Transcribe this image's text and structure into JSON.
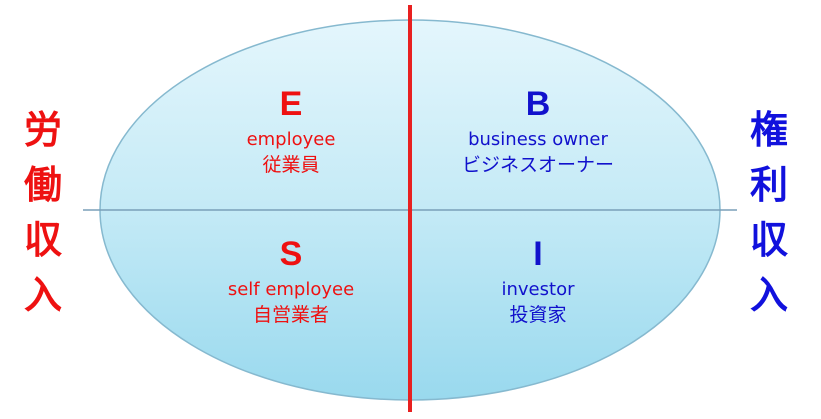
{
  "left_label": [
    "労",
    "働",
    "収",
    "入"
  ],
  "right_label": [
    "権",
    "利",
    "収",
    "入"
  ],
  "quadrants": {
    "e": {
      "letter": "E",
      "en": "employee",
      "jp": "従業員"
    },
    "b": {
      "letter": "B",
      "en": "business owner",
      "jp": "ビジネスオーナー"
    },
    "s": {
      "letter": "S",
      "en": "self employee",
      "jp": "自営業者"
    },
    "i": {
      "letter": "I",
      "en": "investor",
      "jp": "投資家"
    }
  },
  "colors": {
    "left_red": "#ee1111",
    "right_blue": "#1111dd",
    "ellipse_fill_top": "#dff4fb",
    "ellipse_fill_bottom": "#9fdcee",
    "ellipse_stroke": "#7fb6cc",
    "divider_red": "#e82020",
    "divider_gray": "#7a9fb8"
  }
}
